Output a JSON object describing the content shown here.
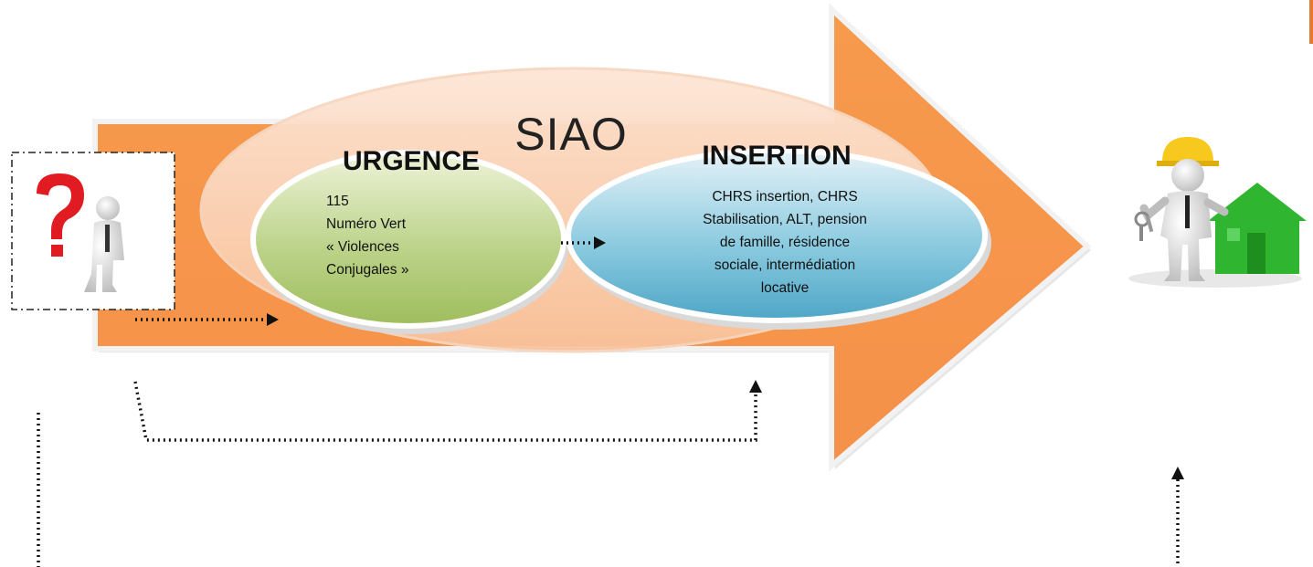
{
  "siao": {
    "title": "SIAO"
  },
  "urgence": {
    "title": "URGENCE",
    "lines": [
      "115",
      "Numéro Vert",
      "« Violences",
      "Conjugales »"
    ]
  },
  "insertion": {
    "title": "INSERTION",
    "lines": [
      "CHRS insertion, CHRS",
      "Stabilisation, ALT, pension",
      "de famille, résidence",
      "sociale, intermédiation",
      "locative"
    ]
  },
  "icons": {
    "questioning_person": "person-with-question-mark-icon",
    "housed_person": "person-with-keys-and-house-icon"
  },
  "colors": {
    "arrow": "#f79a4c",
    "outer_ellipse": "#fbd3b6",
    "urgence": "#a9c56a",
    "insertion": "#5fb3cf",
    "question_mark": "#e11b22",
    "house": "#2fb52f",
    "helmet": "#f7c81e"
  }
}
